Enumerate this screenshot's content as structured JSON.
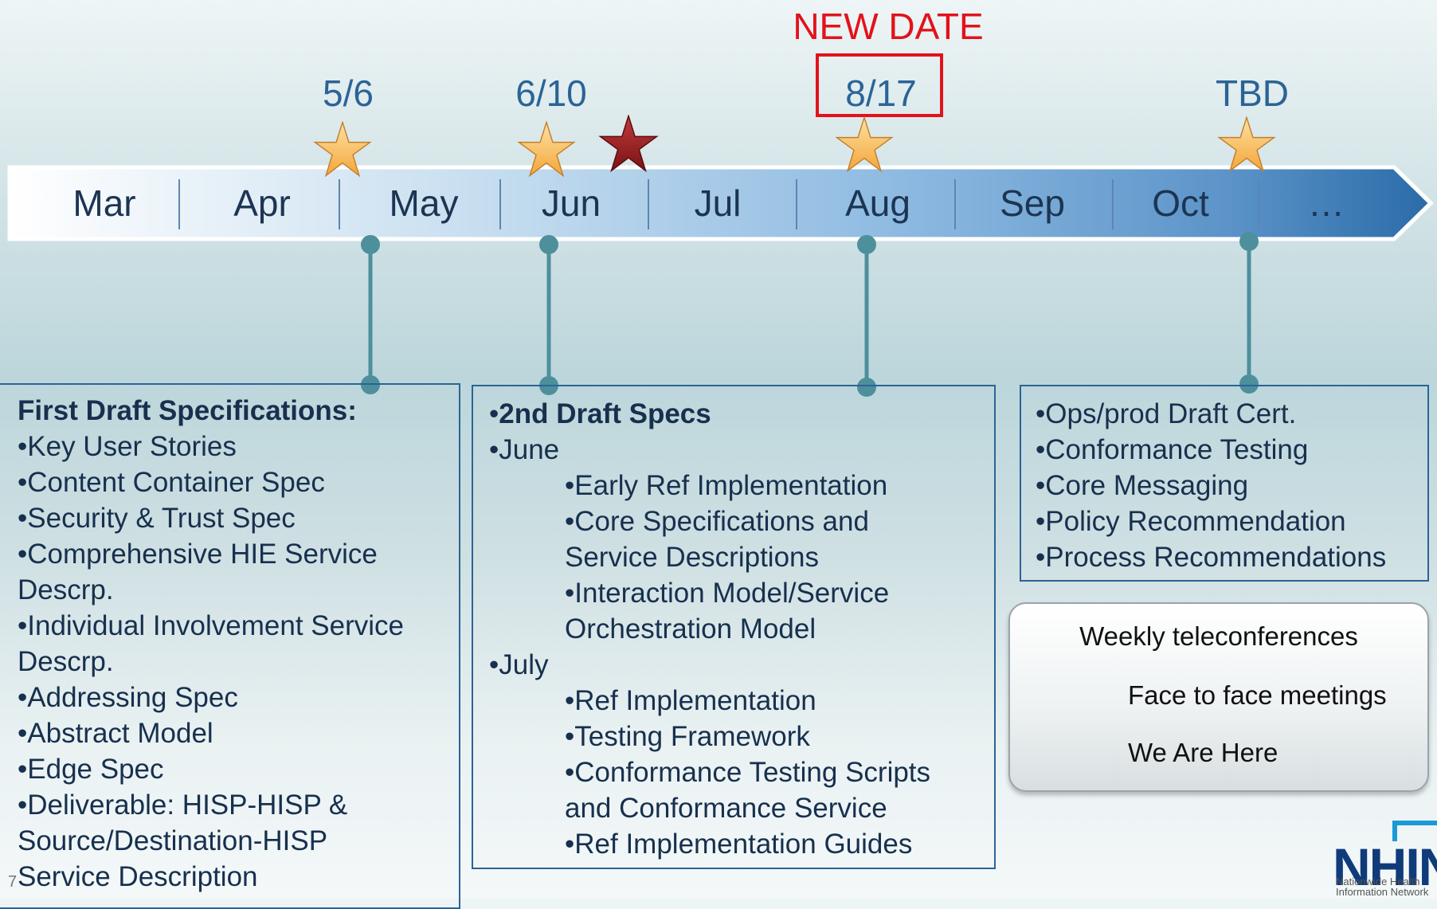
{
  "header": {
    "new_date_label": "NEW DATE"
  },
  "milestones": [
    {
      "date": "5/6",
      "star": "face-to-face-star"
    },
    {
      "date": "6/10",
      "star": "face-to-face-star"
    },
    {
      "date": "8/17",
      "star": "face-to-face-star",
      "highlighted": true
    },
    {
      "date": "TBD",
      "star": "face-to-face-star"
    }
  ],
  "current_marker": {
    "star": "we-are-here-star"
  },
  "months": [
    "Mar",
    "Apr",
    "May",
    "Jun",
    "Jul",
    "Aug",
    "Sep",
    "Oct",
    "…"
  ],
  "panels": {
    "first": {
      "title": "First Draft Specifications:",
      "items": [
        "•Key User Stories",
        "•Content Container Spec",
        "•Security & Trust Spec",
        "•Comprehensive HIE Service",
        "Descrp.",
        "•Individual Involvement Service",
        "Descrp.",
        "•Addressing Spec",
        "•Abstract Model",
        "•Edge Spec",
        "•Deliverable: HISP-HISP &",
        "Source/Destination-HISP",
        "Service Description"
      ]
    },
    "second": {
      "title_bullet": "•",
      "title": "2nd Draft Specs",
      "june": "•June",
      "june_items": [
        "•Early Ref Implementation",
        "•Core Specifications and",
        "Service Descriptions",
        "•Interaction Model/Service",
        "Orchestration Model"
      ],
      "july": "•July",
      "july_items": [
        "•Ref Implementation",
        "•Testing Framework",
        "•Conformance Testing Scripts",
        "and Conformance Service",
        "•Ref Implementation Guides"
      ]
    },
    "third": {
      "items": [
        "•Ops/prod Draft Cert.",
        "•Conformance Testing",
        "•Core Messaging",
        "•Policy Recommendation",
        "•Process Recommendations"
      ]
    }
  },
  "legend": {
    "weekly": "Weekly teleconferences",
    "face_to_face": "Face to face meetings",
    "we_are_here": "We Are Here"
  },
  "colors": {
    "star_gold": "#f7b54e",
    "star_red": "#9b1d20",
    "accent_blue": "#2a6496",
    "alert_red": "#e3121a",
    "connector": "#4e8f9c"
  },
  "logo": {
    "text": "NHIN",
    "subtitle_1": "Nationwide Health",
    "subtitle_2": "Information Network"
  },
  "slide_number": "7"
}
